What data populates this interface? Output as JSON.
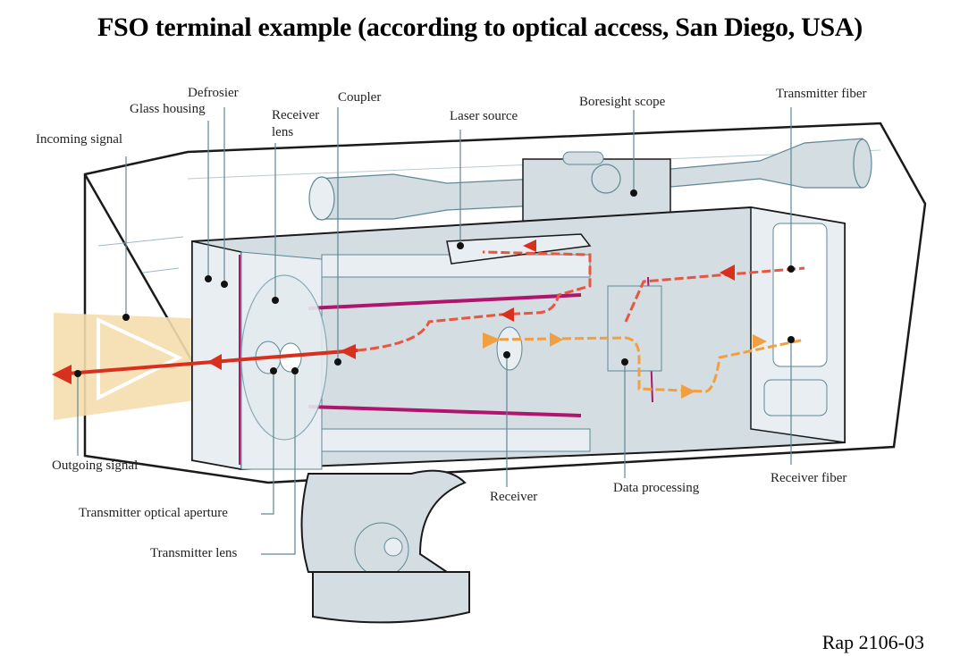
{
  "title": "FSO terminal example (according to optical access, San Diego, USA)",
  "reference": "Rap 2106-03",
  "colors": {
    "housing_fill": "#d3dde2",
    "housing_light": "#e8eef1",
    "outline": "#1a1a1a",
    "thin_line": "#7fa3b3",
    "beam": "#f5deaf",
    "transmit_arrow": "#d9301e",
    "receive_arrow": "#f0a040",
    "accent_magenta": "#b0156e"
  },
  "labels": {
    "defrosier": "Defrosier",
    "glass_housing": "Glass housing",
    "incoming_signal": "Incoming signal",
    "receiver_lens_1": "Receiver",
    "receiver_lens_2": "lens",
    "coupler": "Coupler",
    "laser_source": "Laser source",
    "boresight_scope": "Boresight scope",
    "transmitter_fiber": "Transmitter fiber",
    "outgoing_signal": "Outgoing signal",
    "transmitter_optical_aperture": "Transmitter optical aperture",
    "transmitter_lens": "Transmitter lens",
    "receiver": "Receiver",
    "data_processing": "Data processing",
    "receiver_fiber": "Receiver fiber"
  }
}
